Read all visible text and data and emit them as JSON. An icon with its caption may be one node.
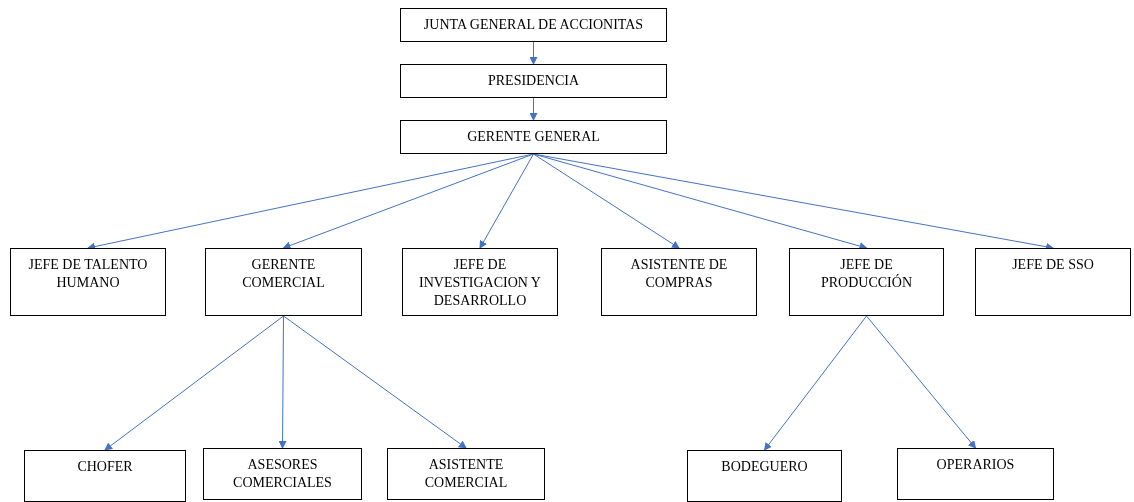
{
  "diagram": {
    "nodes": [
      {
        "text": [
          "JUNTA GENERAL DE ACCIONITAS"
        ]
      },
      {
        "text": [
          "PRESIDENCIA"
        ]
      },
      {
        "text": [
          "GERENTE GENERAL"
        ]
      },
      {
        "text": [
          "JEFE DE TALENTO HUMANO"
        ]
      },
      {
        "text": [
          "GERENTE COMERCIAL"
        ]
      },
      {
        "text": [
          "JEFE DE INVESTIGACION Y DESARROLLO"
        ]
      },
      {
        "text": [
          "ASISTENTE DE COMPRAS"
        ]
      },
      {
        "text": [
          "JEFE DE PRODUCCIÓN"
        ]
      },
      {
        "text": [
          "JEFE DE SSO"
        ]
      },
      {
        "text": [
          "CHOFER"
        ]
      },
      {
        "text": [
          "ASESORES COMERCIALES"
        ]
      },
      {
        "text": [
          "ASISTENTE COMERCIAL"
        ]
      },
      {
        "text": [
          "BODEGUERO"
        ]
      },
      {
        "text": [
          "OPERARIOS"
        ]
      }
    ],
    "edges": [
      {
        "from": 0,
        "to": 1,
        "arrow": "to"
      },
      {
        "from": 1,
        "to": 2,
        "arrow": "to"
      },
      {
        "from": 2,
        "to": 3,
        "arrow": "to"
      },
      {
        "from": 2,
        "to": 4,
        "arrow": "to"
      },
      {
        "from": 2,
        "to": 5,
        "arrow": "to"
      },
      {
        "from": 2,
        "to": 6,
        "arrow": "to"
      },
      {
        "from": 2,
        "to": 7,
        "arrow": "to"
      },
      {
        "from": 2,
        "to": 8,
        "arrow": "to"
      },
      {
        "from": 4,
        "to": 9,
        "arrow": "to"
      },
      {
        "from": 4,
        "to": 10,
        "arrow": "to"
      },
      {
        "from": 4,
        "to": 11,
        "arrow": "to"
      },
      {
        "from": 7,
        "to": 12,
        "arrow": "to"
      },
      {
        "from": 7,
        "to": 13,
        "arrow": "to"
      }
    ]
  }
}
